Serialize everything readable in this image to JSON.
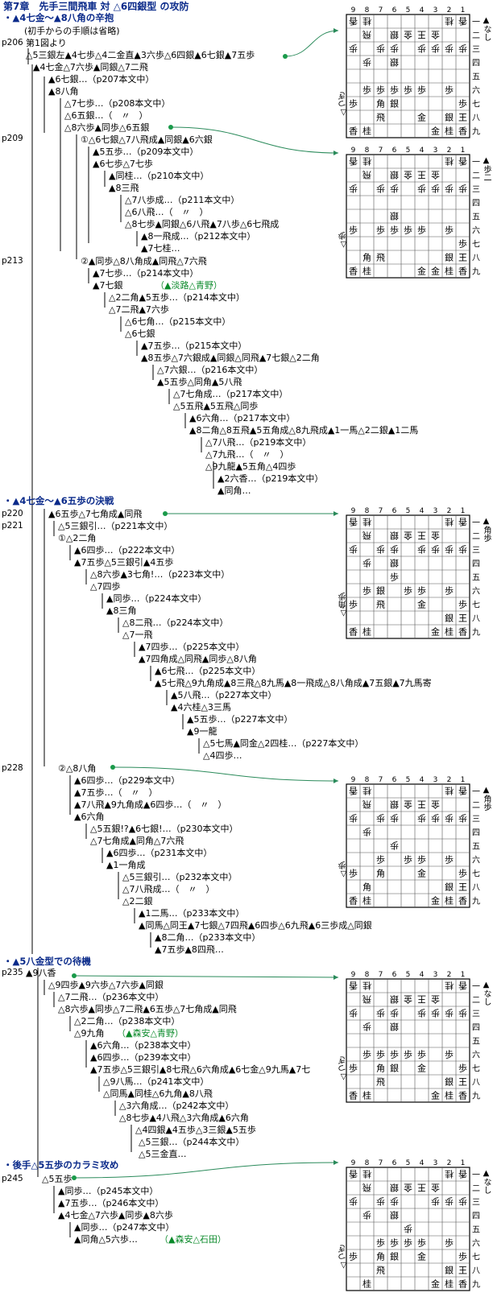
{
  "title": "第7章　先手三間飛車 対 △6四銀型 の攻防",
  "sections": [
    {
      "label": "・▲4七金～▲8八角の辛抱"
    },
    {
      "label": "・▲4七金～▲6五歩の決戦"
    },
    {
      "label": "・▲5八金型での待機"
    },
    {
      "label": "・後手△5五歩のカラミ攻め"
    }
  ],
  "page_refs": [
    "p206",
    "p209",
    "p213",
    "p220",
    "p221",
    "p228",
    "p235",
    "p245"
  ],
  "tree_lines": [
    "(初手からの手順は省略)",
    "第1図より",
    "△5三銀左▲4七歩△4二金直▲3六歩△6四銀▲6七銀▲7五歩",
    "▲4七金△7六歩▲同銀△7二飛",
    "▲6七銀…（p207本文中）",
    "▲8八角",
    "△7七歩…（p208本文中）",
    "△6五銀…（　〃　）",
    "△8六歩▲同歩△6五銀",
    "①△6七銀△7八飛成▲同銀▲6六銀",
    "▲5五歩…（p209本文中）",
    "▲6七歩△7七歩",
    "▲同桂…（p210本文中）",
    "▲8三飛",
    "△7八歩成…（p211本文中）",
    "△6八飛…（　〃　）",
    "△8七歩▲同銀△6八飛▲7八歩△6七飛成",
    "▲8一飛成…（p212本文中）",
    "▲7七桂…",
    "②▲同歩△8八角成▲同飛△7六飛",
    "▲7七歩…（p214本文中）",
    "▲7七銀",
    "（▲淡路△青野）",
    "△2二角▲5五歩…（p214本文中）",
    "△7二飛▲7六歩",
    "△6七角…（p215本文中）",
    "△6七銀",
    "▲7五歩…（p215本文中）",
    "▲8五歩△7六銀成▲同銀△同飛▲7七銀△2二角",
    "△7六銀…（p216本文中）",
    "▲5五歩△同角▲5八飛",
    "△7七角成…（p217本文中）",
    "△5五飛▲5五飛△同歩",
    "▲6六角…（p217本文中）",
    "▲8二角△8五飛▲5五角成△8九飛成▲1一馬△2二銀▲1二馬",
    "△7八飛…（p219本文中）",
    "△7九飛…（　〃　）",
    "△9九龍▲5五角△4四歩",
    "▲2六香…（p219本文中）",
    "▲同角…",
    "▲6五歩△7七角成▲同飛",
    "△5三銀引…（p221本文中）",
    "①△2二角",
    "▲6四歩…（p222本文中）",
    "▲7五歩△5三銀引▲4五歩",
    "△8六歩▲3七角!…（p223本文中）",
    "△7四歩",
    "▲同歩…（p224本文中）",
    "▲8三角",
    "△8二飛…（p224本文中）",
    "△7一飛",
    "▲7四歩…（p225本文中）",
    "▲7四角成△同飛▲同歩△8八角",
    "▲6七飛…（p225本文中）",
    "▲5七飛△9九角成▲8三飛△8九馬▲8一飛成△8八角成▲7五銀▲7九馬寄",
    "▲5八飛…（p227本文中）",
    "▲4六桂△3三馬",
    "▲5五歩…（p227本文中）",
    "▲9一龍",
    "△5七馬▲同金△2四桂…（p227本文中）",
    "△4四歩…",
    "②△8八角",
    "▲6四歩…（p229本文中）",
    "▲7五歩…（　〃　）",
    "▲7八飛▲9九角成▲6四歩…（　〃　）",
    "▲6六角",
    "△5五銀!?▲6七銀!…（p230本文中）",
    "△7七角成▲同角△7六飛",
    "▲6四歩…（p231本文中）",
    "▲1一角成",
    "△5三銀引…（p232本文中）",
    "△7八飛成…（　〃　）",
    "△2二銀",
    "▲1二馬…（p233本文中）",
    "▲同馬△同王▲7七銀△7四飛▲6四歩△6九飛▲6三歩成△同銀",
    "▲8二角…（p233本文中）",
    "▲7五歩▲8四飛…",
    "▲9八香",
    "△9四歩▲9六歩△7六歩▲同銀",
    "△7二飛…（p236本文中）",
    "△8六歩▲同歩△7二飛▲6五歩△7七角成▲同飛",
    "△2二角…（p238本文中）",
    "△9九角",
    "（▲森安△青野）",
    "▲6六角…（p238本文中）",
    "▲6四歩…（p239本文中）",
    "▲7五歩△5三銀引▲8七飛△6六角成▲6七金△9九馬▲7七",
    "△9八馬…（p241本文中）",
    "△同馬▲同桂△6九角▲8八飛",
    "△3六角成…（p242本文中）",
    "△8七歩▲4八飛△3六角成▲6六角",
    "△4四銀▲4五歩△3三銀▲5五歩",
    "△5三銀…（p244本文中）",
    "△5三金直…",
    "△5五歩",
    "▲同歩…（p245本文中）",
    "▲7五歩…（p246本文中）",
    "▲4七金△7六歩▲同歩▲8六歩",
    "▲同歩…（p247本文中）",
    "▲同角△5六歩…",
    "（▲森安△石田）"
  ],
  "boards": [
    {
      "files": [
        "9",
        "8",
        "7",
        "6",
        "5",
        "4",
        "3",
        "2",
        "1"
      ],
      "ranks": [
        "一",
        "二",
        "三",
        "四",
        "五",
        "六",
        "七",
        "八",
        "九"
      ],
      "hand_top": "なし",
      "hand_bottom": "つぎ",
      "gote": [
        [
          0,
          0,
          "香"
        ],
        [
          1,
          0,
          "桂"
        ],
        [
          7,
          0,
          "桂"
        ],
        [
          8,
          0,
          "香"
        ],
        [
          1,
          1,
          "飛"
        ],
        [
          3,
          1,
          "銀"
        ],
        [
          4,
          1,
          "金"
        ],
        [
          5,
          1,
          "王"
        ],
        [
          6,
          1,
          "金"
        ],
        [
          8,
          2,
          "歩"
        ],
        [
          0,
          2,
          "歩"
        ],
        [
          2,
          2,
          "歩"
        ],
        [
          3,
          2,
          "歩"
        ],
        [
          5,
          2,
          "歩"
        ],
        [
          6,
          2,
          "歩"
        ],
        [
          7,
          2,
          "歩"
        ],
        [
          1,
          3,
          "歩"
        ],
        [
          3,
          3,
          "銀"
        ]
      ],
      "sente": [
        [
          1,
          5,
          "歩"
        ],
        [
          2,
          5,
          "歩"
        ],
        [
          3,
          5,
          "歩"
        ],
        [
          4,
          5,
          "歩"
        ],
        [
          5,
          5,
          "歩"
        ],
        [
          7,
          5,
          "歩"
        ],
        [
          0,
          6,
          "歩"
        ],
        [
          2,
          6,
          "角"
        ],
        [
          3,
          6,
          "銀"
        ],
        [
          8,
          6,
          "歩"
        ],
        [
          2,
          7,
          "飛"
        ],
        [
          5,
          7,
          "金"
        ],
        [
          7,
          7,
          "銀"
        ],
        [
          8,
          7,
          "王"
        ],
        [
          0,
          8,
          "香"
        ],
        [
          1,
          8,
          "桂"
        ],
        [
          6,
          8,
          "金"
        ],
        [
          7,
          8,
          "桂"
        ],
        [
          8,
          8,
          "香"
        ]
      ]
    },
    {
      "files": [
        "9",
        "8",
        "7",
        "6",
        "5",
        "4",
        "3",
        "2",
        "1"
      ],
      "ranks": [
        "一",
        "二",
        "三",
        "四",
        "五",
        "六",
        "七",
        "八",
        "九"
      ],
      "hand_top": "歩二",
      "hand_bottom": "歩",
      "gote": [
        [
          0,
          0,
          "香"
        ],
        [
          1,
          0,
          "桂"
        ],
        [
          7,
          0,
          "桂"
        ],
        [
          8,
          0,
          "香"
        ],
        [
          1,
          1,
          "飛"
        ],
        [
          3,
          1,
          "銀"
        ],
        [
          4,
          1,
          "金"
        ],
        [
          5,
          1,
          "王"
        ],
        [
          6,
          1,
          "金"
        ],
        [
          0,
          2,
          "歩"
        ],
        [
          2,
          2,
          "歩"
        ],
        [
          3,
          2,
          "歩"
        ],
        [
          5,
          2,
          "歩"
        ],
        [
          6,
          2,
          "歩"
        ],
        [
          7,
          2,
          "歩"
        ],
        [
          8,
          2,
          "歩"
        ],
        [
          3,
          4,
          "銀"
        ]
      ],
      "sente": [
        [
          0,
          5,
          "歩"
        ],
        [
          2,
          5,
          "歩"
        ],
        [
          3,
          5,
          "歩"
        ],
        [
          4,
          5,
          "歩"
        ],
        [
          5,
          5,
          "歩"
        ],
        [
          7,
          5,
          "歩"
        ],
        [
          8,
          6,
          "歩"
        ],
        [
          1,
          7,
          "角"
        ],
        [
          2,
          7,
          "飛"
        ],
        [
          7,
          7,
          "銀"
        ],
        [
          8,
          7,
          "王"
        ],
        [
          0,
          8,
          "香"
        ],
        [
          1,
          8,
          "桂"
        ],
        [
          5,
          8,
          "金"
        ],
        [
          6,
          8,
          "金"
        ],
        [
          7,
          8,
          "桂"
        ],
        [
          8,
          8,
          "香"
        ]
      ]
    },
    {
      "files": [
        "9",
        "8",
        "7",
        "6",
        "5",
        "4",
        "3",
        "2",
        "1"
      ],
      "ranks": [
        "一",
        "二",
        "三",
        "四",
        "五",
        "六",
        "七",
        "八",
        "九"
      ],
      "hand_top": "角歩",
      "hand_bottom": "角歩",
      "gote": [
        [
          0,
          0,
          "香"
        ],
        [
          1,
          0,
          "桂"
        ],
        [
          7,
          0,
          "桂"
        ],
        [
          8,
          0,
          "香"
        ],
        [
          1,
          1,
          "飛"
        ],
        [
          3,
          1,
          "銀"
        ],
        [
          4,
          1,
          "金"
        ],
        [
          5,
          1,
          "王"
        ],
        [
          6,
          1,
          "金"
        ],
        [
          0,
          2,
          "歩"
        ],
        [
          2,
          2,
          "歩"
        ],
        [
          3,
          2,
          "歩"
        ],
        [
          5,
          2,
          "歩"
        ],
        [
          6,
          2,
          "歩"
        ],
        [
          7,
          2,
          "歩"
        ],
        [
          8,
          2,
          "歩"
        ],
        [
          1,
          3,
          "歩"
        ],
        [
          3,
          3,
          "銀"
        ]
      ],
      "sente": [
        [
          3,
          4,
          "歩"
        ],
        [
          1,
          5,
          "歩"
        ],
        [
          2,
          5,
          "銀"
        ],
        [
          4,
          5,
          "歩"
        ],
        [
          5,
          5,
          "歩"
        ],
        [
          7,
          5,
          "歩"
        ],
        [
          0,
          6,
          "歩"
        ],
        [
          2,
          6,
          "飛"
        ],
        [
          5,
          6,
          "金"
        ],
        [
          8,
          6,
          "歩"
        ],
        [
          7,
          7,
          "銀"
        ],
        [
          8,
          7,
          "王"
        ],
        [
          0,
          8,
          "香"
        ],
        [
          1,
          8,
          "桂"
        ],
        [
          6,
          8,
          "金"
        ],
        [
          7,
          8,
          "桂"
        ],
        [
          8,
          8,
          "香"
        ]
      ]
    },
    {
      "files": [
        "9",
        "8",
        "7",
        "6",
        "5",
        "4",
        "3",
        "2",
        "1"
      ],
      "ranks": [
        "一",
        "二",
        "三",
        "四",
        "五",
        "六",
        "七",
        "八",
        "九"
      ],
      "hand_top": "角歩",
      "hand_bottom": "歩",
      "gote": [
        [
          0,
          0,
          "香"
        ],
        [
          1,
          0,
          "桂"
        ],
        [
          7,
          0,
          "桂"
        ],
        [
          8,
          0,
          "香"
        ],
        [
          1,
          1,
          "飛"
        ],
        [
          3,
          1,
          "銀"
        ],
        [
          4,
          1,
          "金"
        ],
        [
          5,
          1,
          "王"
        ],
        [
          6,
          1,
          "金"
        ],
        [
          0,
          2,
          "歩"
        ],
        [
          2,
          2,
          "歩"
        ],
        [
          3,
          2,
          "歩"
        ],
        [
          5,
          2,
          "歩"
        ],
        [
          6,
          2,
          "歩"
        ],
        [
          7,
          2,
          "歩"
        ],
        [
          8,
          2,
          "歩"
        ],
        [
          1,
          3,
          "歩"
        ],
        [
          3,
          4,
          "歩"
        ]
      ],
      "sente": [
        [
          2,
          5,
          "歩"
        ],
        [
          4,
          5,
          "歩"
        ],
        [
          5,
          5,
          "歩"
        ],
        [
          7,
          5,
          "歩"
        ],
        [
          0,
          6,
          "歩"
        ],
        [
          2,
          6,
          "角"
        ],
        [
          5,
          6,
          "金"
        ],
        [
          8,
          6,
          "歩"
        ],
        [
          1,
          7,
          "角"
        ],
        [
          7,
          7,
          "銀"
        ],
        [
          8,
          7,
          "王"
        ],
        [
          0,
          8,
          "香"
        ],
        [
          1,
          8,
          "桂"
        ],
        [
          6,
          8,
          "金"
        ],
        [
          7,
          8,
          "桂"
        ],
        [
          8,
          8,
          "香"
        ]
      ]
    },
    {
      "files": [
        "9",
        "8",
        "7",
        "6",
        "5",
        "4",
        "3",
        "2",
        "1"
      ],
      "ranks": [
        "一",
        "二",
        "三",
        "四",
        "五",
        "六",
        "七",
        "八",
        "九"
      ],
      "hand_top": "なし",
      "hand_bottom": "つぎ",
      "gote": [
        [
          0,
          0,
          "香"
        ],
        [
          1,
          0,
          "桂"
        ],
        [
          7,
          0,
          "桂"
        ],
        [
          8,
          0,
          "香"
        ],
        [
          1,
          1,
          "飛"
        ],
        [
          3,
          1,
          "銀"
        ],
        [
          4,
          1,
          "金"
        ],
        [
          5,
          1,
          "王"
        ],
        [
          6,
          1,
          "金"
        ],
        [
          0,
          2,
          "歩"
        ],
        [
          2,
          2,
          "歩"
        ],
        [
          3,
          2,
          "歩"
        ],
        [
          5,
          2,
          "歩"
        ],
        [
          6,
          2,
          "歩"
        ],
        [
          7,
          2,
          "歩"
        ],
        [
          8,
          2,
          "歩"
        ],
        [
          1,
          3,
          "歩"
        ],
        [
          3,
          3,
          "銀"
        ]
      ],
      "sente": [
        [
          1,
          5,
          "歩"
        ],
        [
          2,
          5,
          "歩"
        ],
        [
          3,
          5,
          "歩"
        ],
        [
          4,
          5,
          "歩"
        ],
        [
          5,
          5,
          "歩"
        ],
        [
          7,
          5,
          "歩"
        ],
        [
          0,
          6,
          "歩"
        ],
        [
          2,
          6,
          "角"
        ],
        [
          3,
          6,
          "銀"
        ],
        [
          5,
          6,
          "金"
        ],
        [
          8,
          6,
          "歩"
        ],
        [
          2,
          7,
          "飛"
        ],
        [
          7,
          7,
          "銀"
        ],
        [
          8,
          7,
          "王"
        ],
        [
          0,
          8,
          "香"
        ],
        [
          1,
          8,
          "桂"
        ],
        [
          6,
          8,
          "金"
        ],
        [
          7,
          8,
          "桂"
        ],
        [
          8,
          8,
          "香"
        ]
      ]
    },
    {
      "files": [
        "9",
        "8",
        "7",
        "6",
        "5",
        "4",
        "3",
        "2",
        "1"
      ],
      "ranks": [
        "一",
        "二",
        "三",
        "四",
        "五",
        "六",
        "七",
        "八",
        "九"
      ],
      "hand_top": "なし",
      "hand_bottom": "つぎ",
      "gote": [
        [
          0,
          0,
          "香"
        ],
        [
          1,
          0,
          "桂"
        ],
        [
          7,
          0,
          "桂"
        ],
        [
          8,
          0,
          "香"
        ],
        [
          1,
          1,
          "飛"
        ],
        [
          3,
          1,
          "銀"
        ],
        [
          4,
          1,
          "金"
        ],
        [
          5,
          1,
          "王"
        ],
        [
          6,
          1,
          "金"
        ],
        [
          0,
          2,
          "歩"
        ],
        [
          2,
          2,
          "歩"
        ],
        [
          3,
          2,
          "歩"
        ],
        [
          6,
          2,
          "歩"
        ],
        [
          7,
          2,
          "歩"
        ],
        [
          8,
          2,
          "歩"
        ],
        [
          1,
          3,
          "歩"
        ],
        [
          3,
          3,
          "銀"
        ],
        [
          4,
          4,
          "歩"
        ]
      ],
      "sente": [
        [
          2,
          5,
          "歩"
        ],
        [
          3,
          5,
          "歩"
        ],
        [
          4,
          5,
          "歩"
        ],
        [
          5,
          5,
          "歩"
        ],
        [
          7,
          5,
          "歩"
        ],
        [
          0,
          6,
          "歩"
        ],
        [
          2,
          6,
          "角"
        ],
        [
          3,
          6,
          "銀"
        ],
        [
          5,
          6,
          "金"
        ],
        [
          8,
          6,
          "歩"
        ],
        [
          2,
          7,
          "飛"
        ],
        [
          7,
          7,
          "銀"
        ],
        [
          8,
          7,
          "王"
        ],
        [
          1,
          8,
          "桂"
        ],
        [
          6,
          8,
          "金"
        ],
        [
          7,
          8,
          "桂"
        ],
        [
          8,
          8,
          "香"
        ]
      ]
    }
  ]
}
